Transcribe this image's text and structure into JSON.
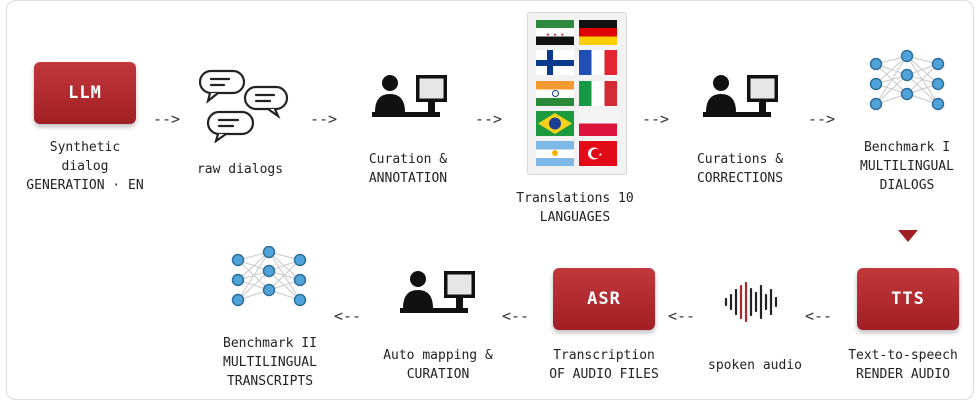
{
  "top_row": {
    "llm": {
      "box_label": "LLM",
      "lines": [
        "Synthetic",
        "dialog",
        "GENERATION · EN"
      ]
    },
    "raw": {
      "lines": [
        "raw dialogs"
      ]
    },
    "curation": {
      "lines": [
        "Curation &",
        "ANNOTATION"
      ]
    },
    "translations": {
      "lines": [
        "Translations 10",
        "LANGUAGES"
      ]
    },
    "corrections": {
      "lines": [
        "Curations &",
        "CORRECTIONS"
      ]
    },
    "benchmark1": {
      "lines": [
        "Benchmark I",
        "MULTILINGUAL",
        "DIALOGS"
      ]
    }
  },
  "bottom_row": {
    "tts": {
      "box_label": "TTS",
      "lines": [
        "Text-to-speech",
        "RENDER AUDIO"
      ]
    },
    "spoken": {
      "lines": [
        "spoken audio"
      ]
    },
    "asr": {
      "box_label": "ASR",
      "lines": [
        "Transcription",
        "OF AUDIO FILES"
      ]
    },
    "automap": {
      "lines": [
        "Auto mapping &",
        "CURATION"
      ]
    },
    "benchmark2": {
      "lines": [
        "Benchmark II",
        "MULTILINGUAL",
        "TRANSCRIPTS"
      ]
    }
  },
  "arrows": {
    "right": "-->",
    "left": "<--"
  },
  "flags": [
    "syria",
    "germany",
    "finland",
    "france",
    "india",
    "italy",
    "brazil",
    "poland",
    "argentina",
    "turkey"
  ],
  "colors": {
    "accent": "#b0262b",
    "node": "#4fa3d9",
    "node_stroke": "#2f6f9a"
  },
  "icons": [
    "llm-box",
    "chat-bubbles-icon",
    "user-at-computer-icon",
    "flags-grid",
    "neural-network-icon",
    "down-triangle-icon",
    "audio-waveform-icon"
  ]
}
